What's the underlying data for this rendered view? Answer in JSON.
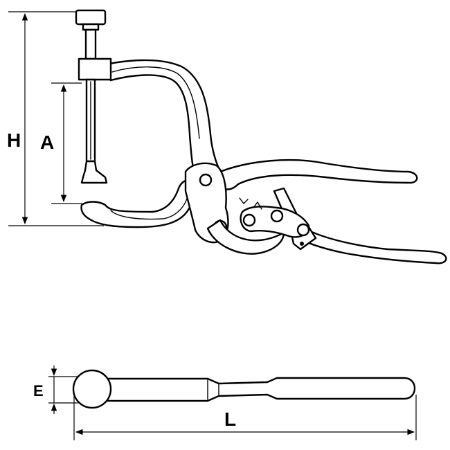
{
  "dimensions": {
    "height_label": "H",
    "jaw_opening_label": "A",
    "thickness_label": "E",
    "length_label": "L"
  }
}
